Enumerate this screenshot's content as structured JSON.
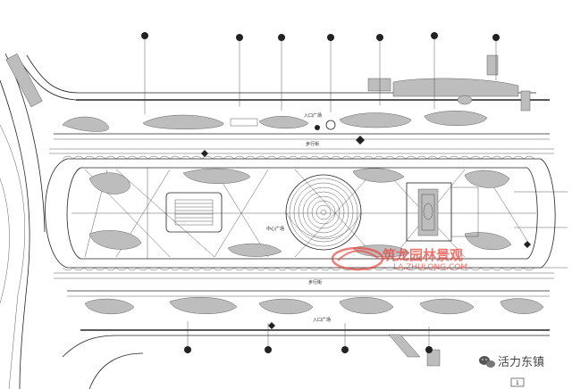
{
  "drawing": {
    "labels": {
      "north_plaza": "入口广场",
      "road_top": "步行街",
      "road_bottom": "步行街",
      "center_plaza": "中心广场",
      "south_plaza": "入口广场"
    }
  },
  "watermark": {
    "site_name": "筑龙园林景观",
    "site_url": "LA.ZHULONG.COM"
  },
  "tag": {
    "name": "活力东镇"
  },
  "page": {
    "number": "1"
  },
  "colors": {
    "line": "#222222",
    "hatch": "#bdbdbd",
    "watermark": "#e8473e"
  }
}
